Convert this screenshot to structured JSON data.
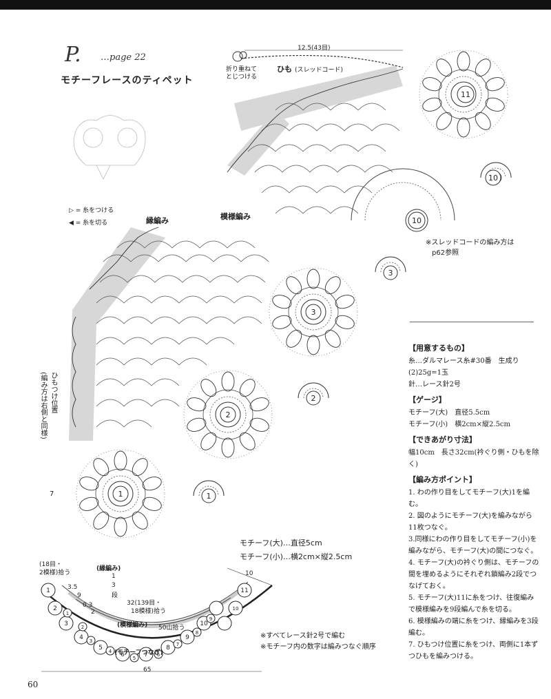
{
  "header": {
    "letter": "P.",
    "page_ref": "…page 22",
    "title": "モチーフレースのティペット"
  },
  "legend": {
    "attach": "▷ = 糸をつける",
    "cut": "◀ = 糸を切る"
  },
  "cord": {
    "length": "12.5(43目)",
    "fold_note": "折り重ねて\nとじつける",
    "label": "ひも",
    "label_sub": "(スレッドコード)"
  },
  "diagram_labels": {
    "edge": "縁編み",
    "pattern": "模様編み",
    "cord_note_line1": "※スレッドコードの編み方は",
    "cord_note_line2": "p62参照",
    "cord_pos_line1": "ひもつけ位置",
    "cord_pos_line2": "(編み方は右側と同様)",
    "motif_large": "モチーフ(大)…直径5cm",
    "motif_small": "モチーフ(小)…横2cm×縦2.5cm",
    "row7": "7",
    "motif_numbers": [
      "11",
      "10",
      "10",
      "3",
      "3",
      "2",
      "2",
      "1",
      "1"
    ]
  },
  "schematic": {
    "pick_left": "(18目・",
    "pick_left2": "2模様)拾う",
    "edge_label": "(縁編み)",
    "rows": "1",
    "dan": "3",
    "dan_label": "段",
    "pattern_pick": "32(139目・",
    "pattern_pick2": "18模様)拾う",
    "pattern_label": "(模様編み)",
    "yama": "50山拾う",
    "join_label": "(モチーフつなぎ)",
    "width": "65",
    "right": "10",
    "m35": "3.5",
    "m9": "9",
    "m03": "0.3",
    "m2": "2",
    "motif_nums_top": [
      "1",
      "2",
      "3",
      "4",
      "5",
      "6",
      "7",
      "8",
      "9",
      "10",
      "11"
    ],
    "motif_nums_bottom": [
      "1",
      "2",
      "3",
      "4",
      "5",
      "6",
      "7",
      "8",
      "9",
      "10"
    ]
  },
  "notes": {
    "note1": "※すべてレース針2号で編む",
    "note2": "※モチーフ内の数字は編みつなぐ順序"
  },
  "sidebar": {
    "materials_title": "【用意するもの】",
    "materials_1": "糸…ダルマレース糸#30番　生成り",
    "materials_2": "(2)25g=1玉",
    "materials_3": "針…レース針2号",
    "gauge_title": "【ゲージ】",
    "gauge_1": "モチーフ(大)　直径5.5cm",
    "gauge_2": "モチーフ(小)　横2cm×縦2.5cm",
    "size_title": "【できあがり寸法】",
    "size_1": "幅10cm　長さ32cm(衿ぐり側・ひもを除く)",
    "points_title": "【編み方ポイント】",
    "points": [
      "1. わの作り目をしてモチーフ(大)1を編む。",
      "2. 図のようにモチーフ(大)を編みながら11枚つなぐ。",
      "3.同様にわの作り目をしてモチーフ(小)を編みながら、モチーフ(大)の間につなぐ。",
      "4. モチーフ(大)の衿ぐり側は、モチーフの間を埋めるようにそれぞれ鎖編み2段でつなげておく。",
      "5. モチーフ(大)11に糸をつけ、往復編みで模様編みを9段編んで糸を切る。",
      "6. 模様編みの端に糸をつけ、縁編みを3段編む。",
      "7. ひもつけ位置に糸をつけ、両側に1本ずつひもを編みつける。"
    ]
  },
  "page_number": "60"
}
